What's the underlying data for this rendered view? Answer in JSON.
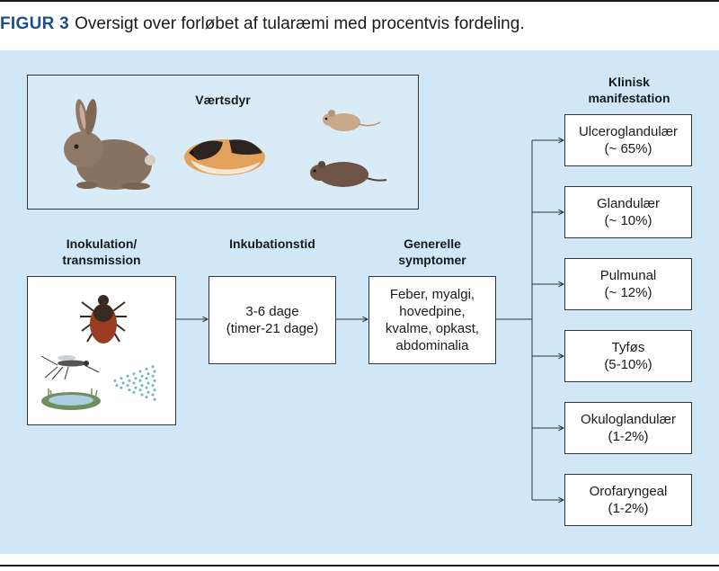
{
  "figure": {
    "label": "FIGUR 3",
    "caption": "Oversigt over forløbet af tularæmi med procentvis fordeling."
  },
  "hosts": {
    "title": "Værtsdyr"
  },
  "stages": {
    "inokulation": [
      "Inokulation/",
      "transmission"
    ],
    "inkubation": {
      "heading": "Inkubationstid",
      "lines": [
        "3-6 dage",
        "(timer-21 dage)"
      ]
    },
    "generelle": {
      "heading": [
        "Generelle",
        "symptomer"
      ],
      "lines": [
        "Feber, myalgi,",
        "hovedpine,",
        "kvalme, opkast,",
        "abdominalia"
      ]
    }
  },
  "manifestations": {
    "heading": [
      "Klinisk",
      "manifestation"
    ],
    "items": [
      {
        "name": "Ulceroglandulær",
        "pct": "(~ 65%)"
      },
      {
        "name": "Glandulær",
        "pct": "(~ 10%)"
      },
      {
        "name": "Pulmunal",
        "pct": "(~ 12%)"
      },
      {
        "name": "Tyføs",
        "pct": "(5-10%)"
      },
      {
        "name": "Okuloglandulær",
        "pct": "(1-2%)"
      },
      {
        "name": "Orofaryngeal",
        "pct": "(1-2%)"
      }
    ]
  },
  "colors": {
    "accent": "#1d4e8c",
    "panel": "#cfe7f7",
    "box_border": "#333333"
  },
  "icons": [
    "rabbit-icon",
    "hamster-icon",
    "mouse-icon",
    "vole-icon",
    "tick-icon",
    "mosquito-icon",
    "pond-icon",
    "aerosol-icon"
  ]
}
